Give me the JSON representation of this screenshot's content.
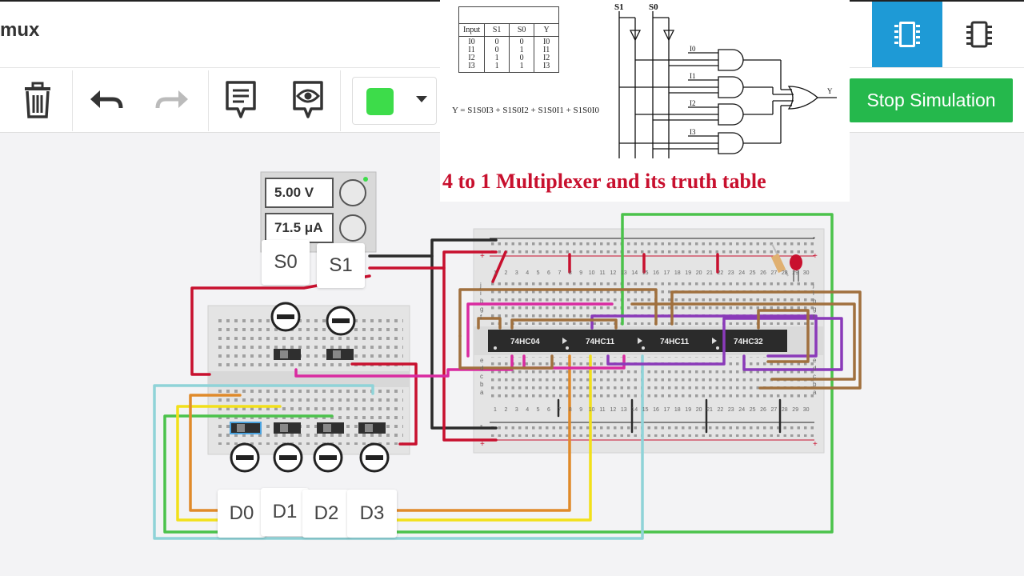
{
  "app": {
    "title": "mux"
  },
  "toolbar": {
    "delete_icon": "trash-icon",
    "undo_icon": "undo-icon",
    "redo_icon": "redo-icon",
    "notes_icon": "notes-icon",
    "view_icon": "eye-icon",
    "wire_color": "#3ddc4a",
    "stop_simulation_label": "Stop Simulation"
  },
  "tabs": {
    "components_icon": "component-icon",
    "list_icon": "chip-list-icon"
  },
  "truth_table": {
    "headers": [
      "Input",
      "S1",
      "S0",
      "Y"
    ],
    "rows": [
      [
        "I0",
        "0",
        "0",
        "I0"
      ],
      [
        "I1",
        "0",
        "1",
        "I1"
      ],
      [
        "I2",
        "1",
        "0",
        "I2"
      ],
      [
        "I3",
        "1",
        "1",
        "I3"
      ]
    ],
    "equation": "Y = S1S0I3 + S1S0I2 + S1S0I1 + S1S0I0"
  },
  "mux_diagram": {
    "select_labels": [
      "S1",
      "S0"
    ],
    "input_labels": [
      "I0",
      "I1",
      "I2",
      "I3"
    ],
    "output_label": "Y"
  },
  "caption": "4 to 1 Multiplexer and its truth table",
  "power_supply": {
    "voltage": "5.00 V",
    "current": "71.5 μA"
  },
  "switches": {
    "select": [
      "S0",
      "S1"
    ],
    "data": [
      "D0",
      "D1",
      "D2",
      "D3"
    ]
  },
  "chips": [
    "74HC04",
    "74HC11",
    "74HC11",
    "74HC32"
  ],
  "breadboard": {
    "column_numbers": [
      "1",
      "2",
      "3",
      "4",
      "5",
      "6",
      "7",
      "8",
      "9",
      "10",
      "11",
      "12",
      "13",
      "14",
      "15",
      "16",
      "17",
      "18",
      "19",
      "20",
      "21",
      "22",
      "23",
      "24",
      "25",
      "26",
      "27",
      "28",
      "29",
      "30"
    ],
    "row_letters_top": [
      "j",
      "i",
      "h",
      "g",
      "f"
    ],
    "row_letters_bottom": [
      "e",
      "d",
      "c",
      "b",
      "a"
    ]
  }
}
